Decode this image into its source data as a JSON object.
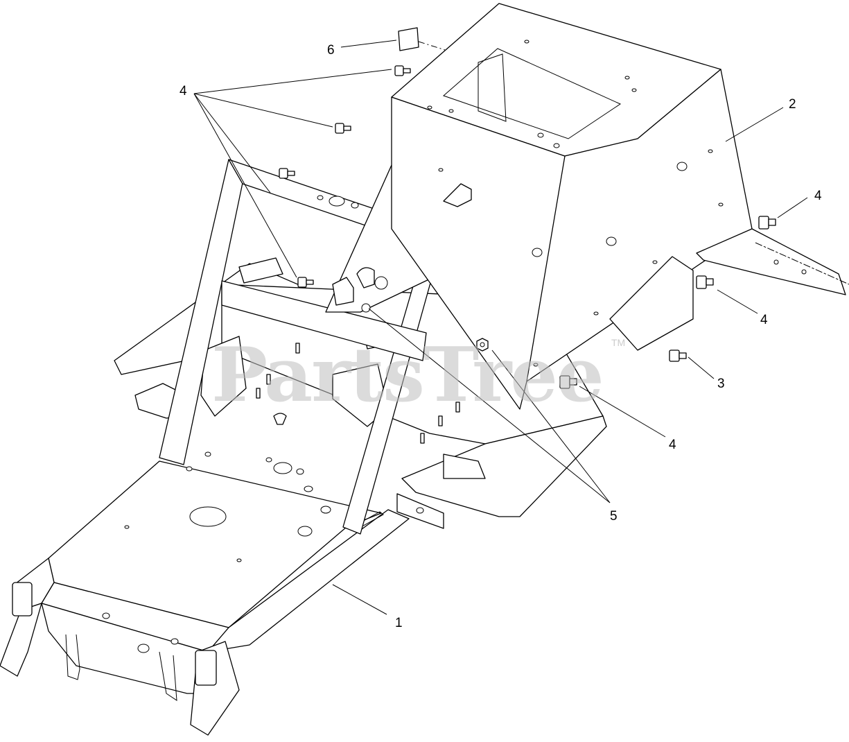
{
  "watermark": {
    "text": "PartsTree",
    "trademark": "TM"
  },
  "callouts": [
    {
      "id": "c1",
      "label": "1"
    },
    {
      "id": "c2",
      "label": "2"
    },
    {
      "id": "c3",
      "label": "3"
    },
    {
      "id": "c4a",
      "label": "4"
    },
    {
      "id": "c4b",
      "label": "4"
    },
    {
      "id": "c4c",
      "label": "4"
    },
    {
      "id": "c4d",
      "label": "4"
    },
    {
      "id": "c5",
      "label": "5"
    },
    {
      "id": "c6",
      "label": "6"
    }
  ]
}
